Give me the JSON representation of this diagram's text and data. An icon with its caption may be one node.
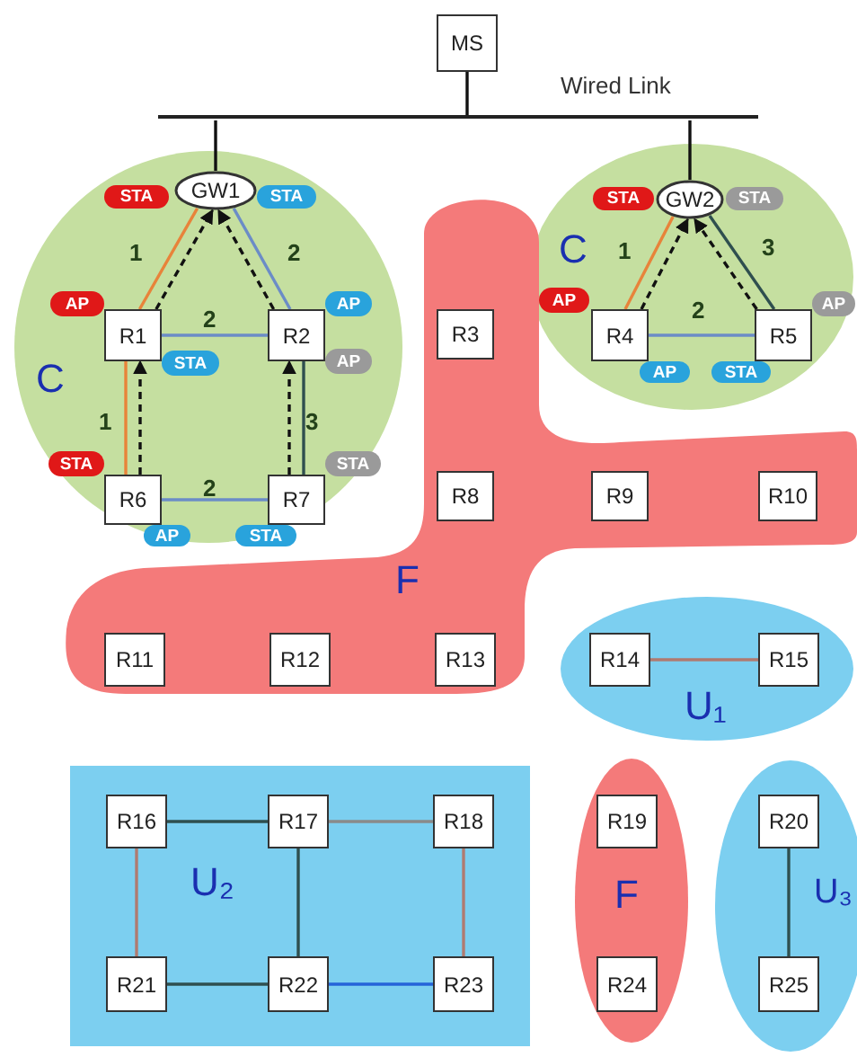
{
  "diagram": {
    "nodes": [
      {
        "text": [
          "MS"
        ]
      },
      {
        "text": [
          "Wired Link"
        ]
      },
      {
        "text": [
          "C"
        ]
      },
      {
        "text": [
          "GW1"
        ],
        "in": 2,
        "beside": [
          "STA",
          "STA"
        ]
      },
      {
        "text": [
          "R1"
        ],
        "in": 2,
        "beside": [
          "AP",
          "STA"
        ]
      },
      {
        "text": [
          "R2"
        ],
        "in": 2,
        "beside": [
          "AP",
          "AP"
        ]
      },
      {
        "text": [
          "R6"
        ],
        "in": 2,
        "beside": [
          "STA",
          "AP"
        ]
      },
      {
        "text": [
          "R7"
        ],
        "in": 2,
        "beside": [
          "STA",
          "STA"
        ]
      },
      {
        "text": [
          "C"
        ]
      },
      {
        "text": [
          "GW2"
        ],
        "in": 8,
        "beside": [
          "STA",
          "STA"
        ]
      },
      {
        "text": [
          "R4"
        ],
        "in": 8,
        "beside": [
          "AP",
          "AP"
        ]
      },
      {
        "text": [
          "R5"
        ],
        "in": 8,
        "beside": [
          "AP",
          "STA"
        ]
      },
      {
        "text": [
          "F"
        ]
      },
      {
        "text": [
          "R3"
        ],
        "in": 12
      },
      {
        "text": [
          "R8"
        ],
        "in": 12
      },
      {
        "text": [
          "R9"
        ],
        "in": 12
      },
      {
        "text": [
          "R10"
        ],
        "in": 12
      },
      {
        "text": [
          "R11"
        ],
        "in": 12
      },
      {
        "text": [
          "R12"
        ],
        "in": 12
      },
      {
        "text": [
          "R13"
        ],
        "in": 12
      },
      {
        "text": [
          "U₁"
        ]
      },
      {
        "text": [
          "R14"
        ],
        "in": 20
      },
      {
        "text": [
          "R15"
        ],
        "in": 20
      },
      {
        "text": [
          "U₂"
        ]
      },
      {
        "text": [
          "R16"
        ],
        "in": 23
      },
      {
        "text": [
          "R17"
        ],
        "in": 23
      },
      {
        "text": [
          "R18"
        ],
        "in": 23
      },
      {
        "text": [
          "R21"
        ],
        "in": 23
      },
      {
        "text": [
          "R22"
        ],
        "in": 23
      },
      {
        "text": [
          "R23"
        ],
        "in": 23
      },
      {
        "text": [
          "F"
        ]
      },
      {
        "text": [
          "R19"
        ],
        "in": 30
      },
      {
        "text": [
          "R24"
        ],
        "in": 30
      },
      {
        "text": [
          "U₃"
        ]
      },
      {
        "text": [
          "R20"
        ],
        "in": 33
      },
      {
        "text": [
          "R25"
        ],
        "in": 33
      }
    ],
    "edges": [
      {
        "from": 0,
        "to": 1,
        "arrow": "none"
      },
      {
        "from": 1,
        "to": 3,
        "arrow": "none"
      },
      {
        "from": 1,
        "to": 9,
        "arrow": "none"
      },
      {
        "from": 4,
        "to": 3,
        "arrow": "none",
        "label": "1",
        "color": "#e8833a"
      },
      {
        "from": 4,
        "to": 3,
        "arrow": "to",
        "style": "dashed"
      },
      {
        "from": 5,
        "to": 3,
        "arrow": "none",
        "label": "2",
        "color": "#6b8cc7"
      },
      {
        "from": 5,
        "to": 3,
        "arrow": "to",
        "style": "dashed"
      },
      {
        "from": 4,
        "to": 5,
        "arrow": "none",
        "label": "2",
        "color": "#6b8cc7"
      },
      {
        "from": 6,
        "to": 4,
        "arrow": "none",
        "label": "1",
        "color": "#e8833a"
      },
      {
        "from": 6,
        "to": 4,
        "arrow": "to",
        "style": "dashed"
      },
      {
        "from": 7,
        "to": 5,
        "arrow": "none",
        "label": "3",
        "color": "#2f4f4f"
      },
      {
        "from": 7,
        "to": 5,
        "arrow": "to",
        "style": "dashed"
      },
      {
        "from": 6,
        "to": 7,
        "arrow": "none",
        "label": "2",
        "color": "#6b8cc7"
      },
      {
        "from": 10,
        "to": 9,
        "arrow": "none",
        "label": "1",
        "color": "#e8833a"
      },
      {
        "from": 10,
        "to": 9,
        "arrow": "to",
        "style": "dashed"
      },
      {
        "from": 11,
        "to": 9,
        "arrow": "none",
        "label": "3",
        "color": "#2f4f4f"
      },
      {
        "from": 11,
        "to": 9,
        "arrow": "to",
        "style": "dashed"
      },
      {
        "from": 10,
        "to": 11,
        "arrow": "none",
        "label": "2",
        "color": "#6b8cc7"
      },
      {
        "from": 21,
        "to": 22,
        "arrow": "none",
        "color": "#b07a70"
      },
      {
        "from": 24,
        "to": 25,
        "arrow": "none",
        "color": "#2f4f4f"
      },
      {
        "from": 25,
        "to": 26,
        "arrow": "none",
        "color": "#8a8a8a"
      },
      {
        "from": 24,
        "to": 27,
        "arrow": "none",
        "color": "#b07a70"
      },
      {
        "from": 25,
        "to": 28,
        "arrow": "none",
        "color": "#2f4f4f"
      },
      {
        "from": 26,
        "to": 29,
        "arrow": "none",
        "color": "#b07a70"
      },
      {
        "from": 27,
        "to": 28,
        "arrow": "none",
        "color": "#2f4f4f"
      },
      {
        "from": 28,
        "to": 29,
        "arrow": "none",
        "color": "#2563d9"
      },
      {
        "from": 34,
        "to": 35,
        "arrow": "none",
        "color": "#2f4f4f"
      }
    ]
  }
}
